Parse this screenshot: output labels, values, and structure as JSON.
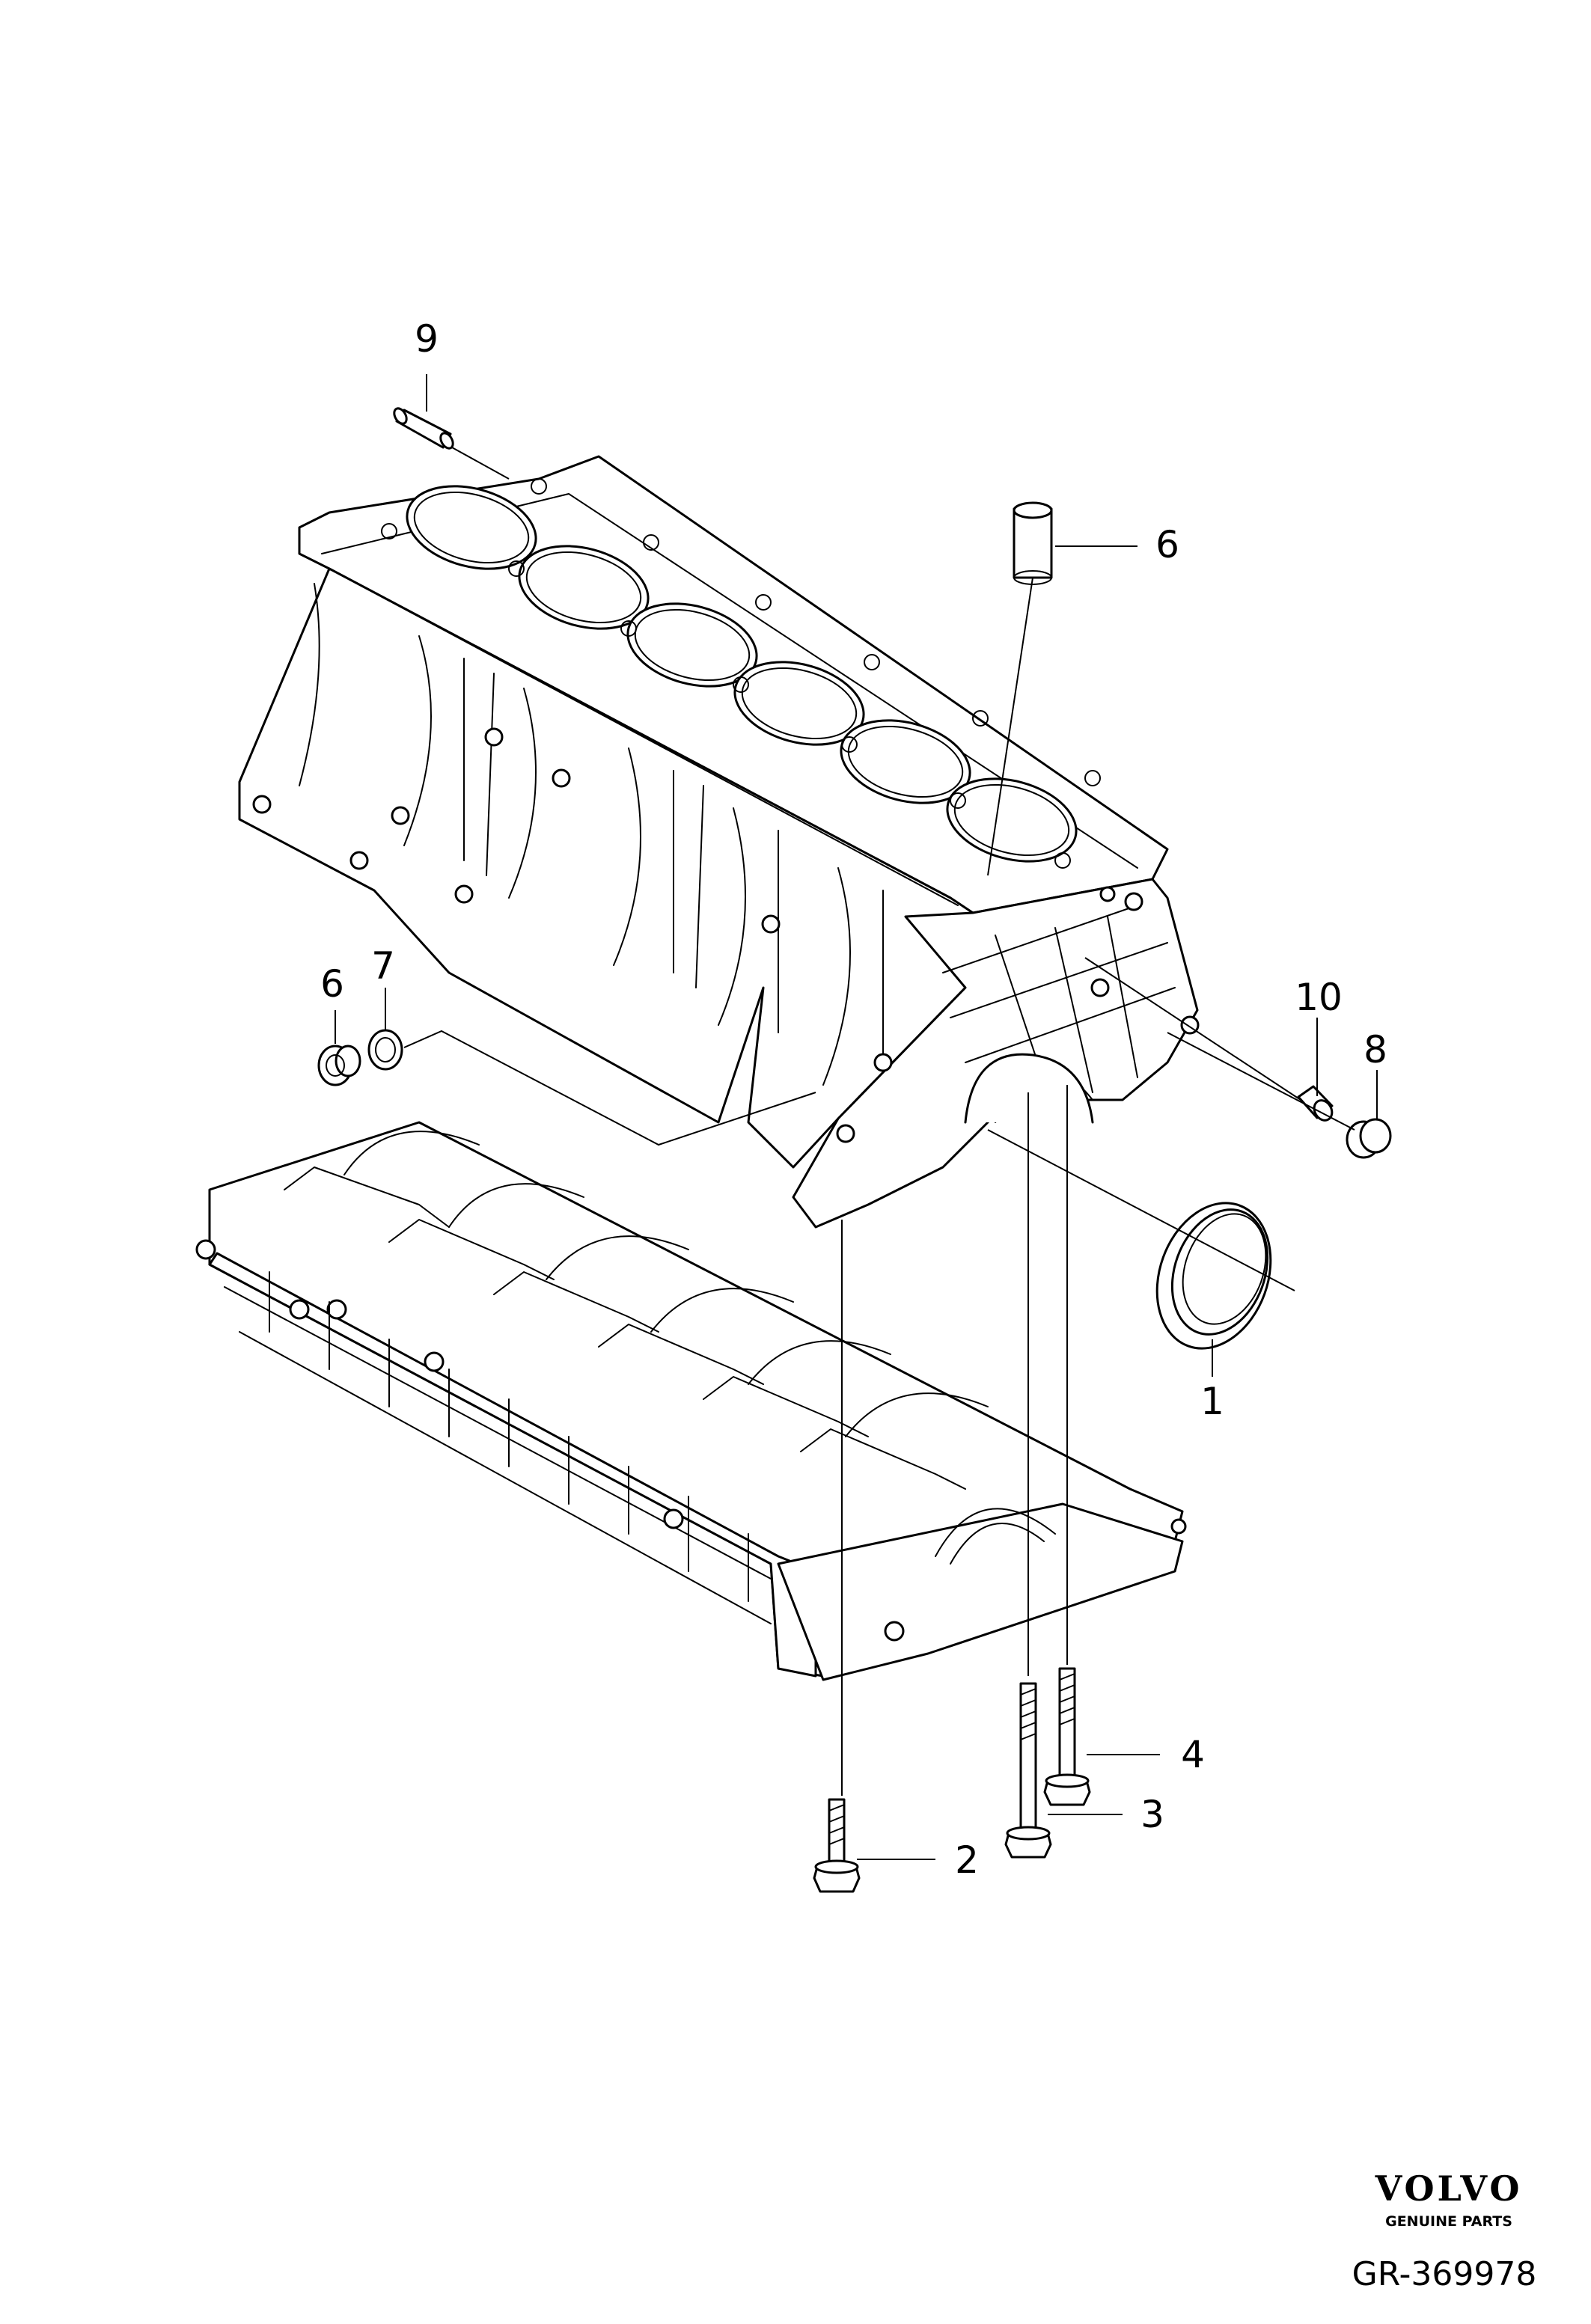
{
  "callouts": {
    "c1": "1",
    "c2": "2",
    "c3": "3",
    "c4": "4",
    "c6_top": "6",
    "c6_left": "6",
    "c7": "7",
    "c8": "8",
    "c9": "9",
    "c10": "10"
  },
  "branding": {
    "logo": "VOLVO",
    "tagline": "GENUINE PARTS",
    "reference": "GR-369978"
  }
}
